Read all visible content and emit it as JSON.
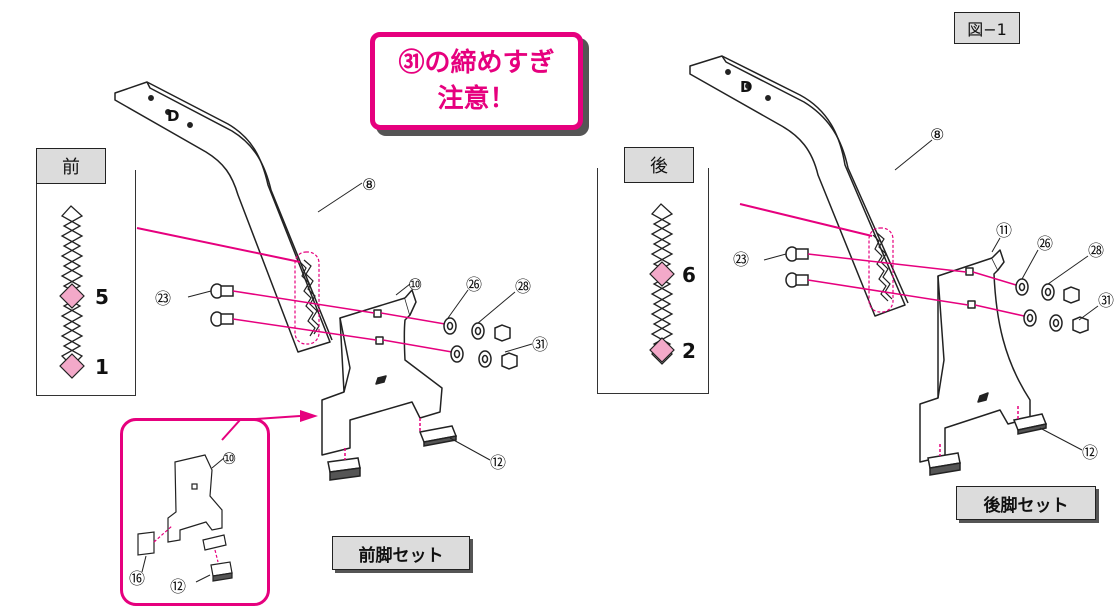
{
  "figure_label": "図−1",
  "warning": {
    "line1": "㉛の締めすぎ",
    "line2": "注意！"
  },
  "front": {
    "title": "前",
    "hole_upper": "5",
    "hole_lower": "1",
    "set_label": "前脚セット"
  },
  "rear": {
    "title": "後",
    "hole_upper": "6",
    "hole_lower": "2",
    "set_label": "後脚セット"
  },
  "part_marks": {
    "letter": "D"
  },
  "parts": {
    "p8": "⑧",
    "p10": "⑩",
    "p11": "⑪",
    "p12": "⑫",
    "p16": "⑯",
    "p23": "㉓",
    "p26": "㉖",
    "p28": "㉘",
    "p31": "㉛"
  },
  "colors": {
    "accent": "#e6007e",
    "label_bg": "#dcdcdc",
    "line": "#222222"
  }
}
